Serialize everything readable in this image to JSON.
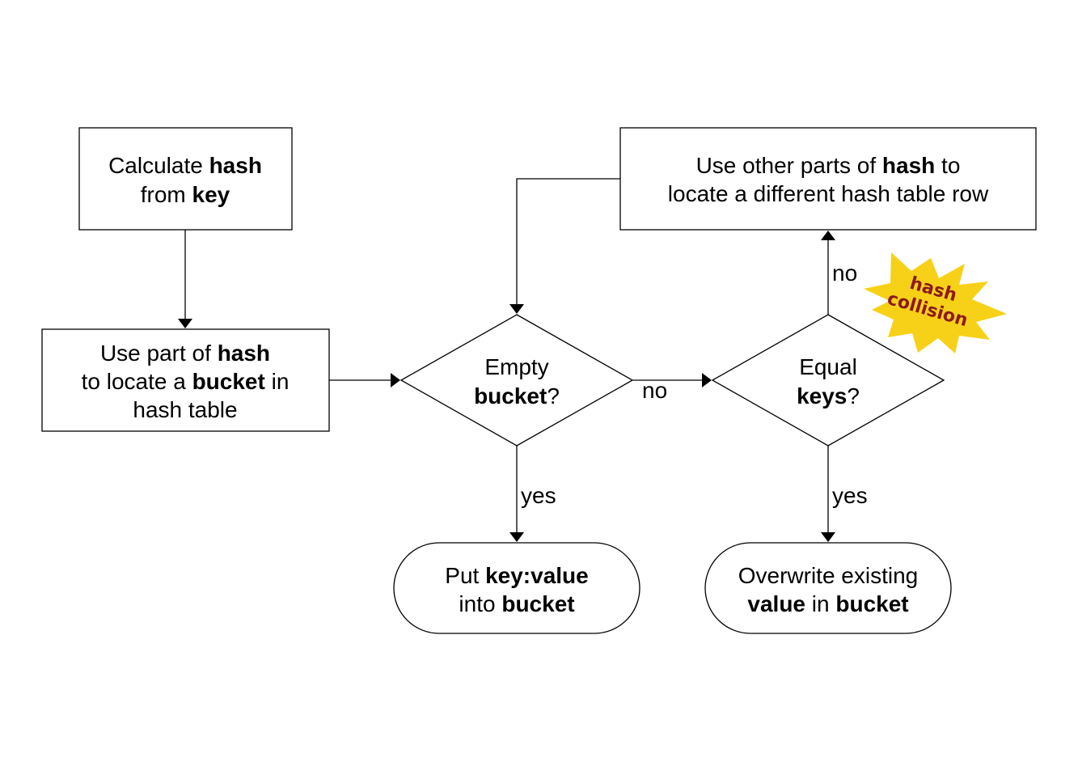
{
  "nodes": {
    "calc_hash": {
      "line1_pre": "Calculate ",
      "line1_bold": "hash",
      "line2_pre": "from ",
      "line2_bold": "key"
    },
    "locate_bucket": {
      "line1_pre": "Use part of ",
      "line1_bold": "hash",
      "line2_pre": "to locate a ",
      "line2_bold": "bucket",
      "line2_post": " in",
      "line3": "hash table"
    },
    "other_parts": {
      "line1_pre": "Use other parts of ",
      "line1_bold": "hash",
      "line1_post": " to",
      "line2": "locate a different hash table row"
    },
    "empty_bucket": {
      "line1": "Empty",
      "line2_bold": "bucket",
      "line2_post": "?"
    },
    "equal_keys": {
      "line1": "Equal",
      "line2_bold": "keys",
      "line2_post": "?"
    },
    "put_kv": {
      "line1_pre": "Put ",
      "line1_bold": "key:value",
      "line2_pre": "into ",
      "line2_bold": "bucket"
    },
    "overwrite": {
      "line1": "Overwrite existing",
      "line2_bold": "value",
      "line2_mid": " in ",
      "line2_bold2": "bucket"
    }
  },
  "edge_labels": {
    "empty_no": "no",
    "empty_yes": "yes",
    "keys_no": "no",
    "keys_yes": "yes"
  },
  "callout": {
    "line1": "hash",
    "line2": "collision",
    "fill_color": "#f7d117",
    "text_color": "#8b1a1a"
  }
}
